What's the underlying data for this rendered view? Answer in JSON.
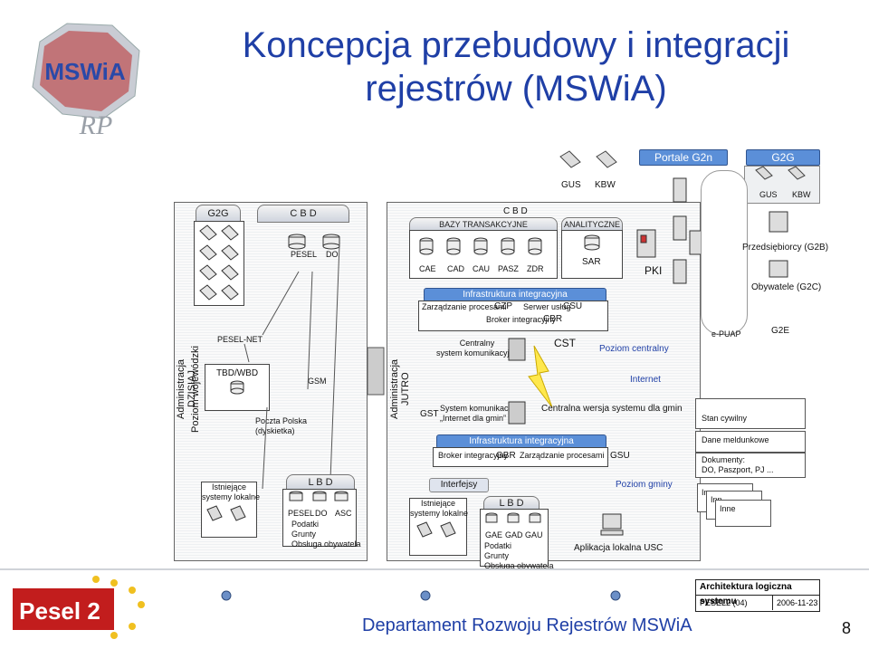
{
  "title": "Koncepcja przebudowy i integracji rejestrów (MSWiA)",
  "logo": {
    "text": "MSWiA",
    "sub": "RP"
  },
  "top_systems": {
    "gus": "GUS",
    "kbw": "KBW",
    "portale": "Portale G2n",
    "g2g": "G2G",
    "gus2": "GUS",
    "kbw2": "KBW"
  },
  "left": {
    "admin_dzisiaj": "Administracja DZISIAJ",
    "poziom_woj": "Poziom wojewódzki",
    "g2g": "G2G",
    "cbd": "C B D",
    "pesel": "PESEL",
    "do": "DO",
    "pesel_net": "PESEL-NET",
    "tbd": "TBD/WBD",
    "gsm": "GSM",
    "poczta": "Poczta Polska\n(dyskietka)",
    "istniejace": "Istniejące\nsystemy lokalne",
    "lbd": "L B D",
    "pesel2": "PESEL",
    "do2": "DO",
    "asc": "ASC",
    "podatki": "Podatki\nGrunty\nObsługa obywatela"
  },
  "right": {
    "admin_jutro": "Administracja JUTRO",
    "cbd": "C B D",
    "bazy": "BAZY TRANSAKCYJNE",
    "analityczne": "ANALITYCZNE",
    "cae": "CAE",
    "cad": "CAD",
    "cau": "CAU",
    "pasz": "PASZ",
    "zdr": "ZDR",
    "sar": "SAR",
    "pki": "PKI",
    "infra1": "Infrastruktura integracyjna",
    "zarzadzanie": "Zarządzanie procesami",
    "czp": "CZP",
    "serwer": "Serwer usług",
    "csu": "CSU",
    "broker": "Broker integracyjny",
    "cbr": "CBR",
    "centralny": "Centralny\nsystem komunikacyjny",
    "cst": "CST",
    "poziom_centralny": "Poziom centralny",
    "internet": "Internet",
    "gst": "GST",
    "system_kom": "System komunikacyjny\n„Internet dla gmin”",
    "centralna_wersja": "Centralna wersja systemu dla gmin",
    "infra2": "Infrastruktura integracyjna",
    "broker2": "Broker integracyjny",
    "gbr": "GBR",
    "zarzadzanie2": "Zarządzanie procesami",
    "gsu": "GSU",
    "interfejsy": "Interfejsy",
    "poziom_gminy": "Poziom gminy",
    "istniejace": "Istniejące\nsystemy lokalne",
    "lbd": "L B D",
    "gae": "GAE",
    "gad": "GAD",
    "gau": "GAU",
    "podatki": "Podatki\nGrunty\nObsługa obywatela",
    "aplikacja": "Aplikacja lokalna USC"
  },
  "far_right": {
    "przedsiebiorcy": "Przedsiębiorcy (G2B)",
    "obywatele": "Obywatele (G2C)",
    "g2e": "G2E",
    "epuap": "e-PUAP",
    "stan": "Stan cywilny",
    "dane": "Dane meldunkowe",
    "dokumenty": "Dokumenty:\nDO, Paszport, PJ ...",
    "inne1": "In",
    "inne2": "Inn",
    "inne3": "Inne"
  },
  "bottom": {
    "pesel2_logo": "Pesel 2",
    "footer": "Departament Rozwoju Rejestrów MSWiA",
    "page": "8",
    "arch_title": "Architektura logiczna systemu",
    "arch_version": "PESEL2 (04)",
    "arch_date": "2006-11-23"
  }
}
